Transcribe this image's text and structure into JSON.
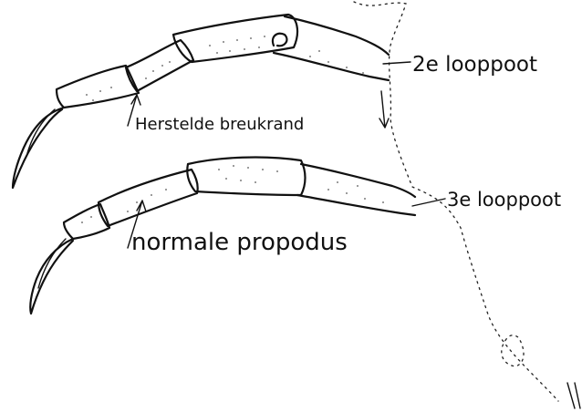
{
  "labels": {
    "leg2": "2e looppoot",
    "leg3": "3e looppoot",
    "repair": "Herstelde breukrand",
    "normal": "normale propodus"
  },
  "colors": {
    "ink": "#111111",
    "paper": "#ffffff"
  }
}
